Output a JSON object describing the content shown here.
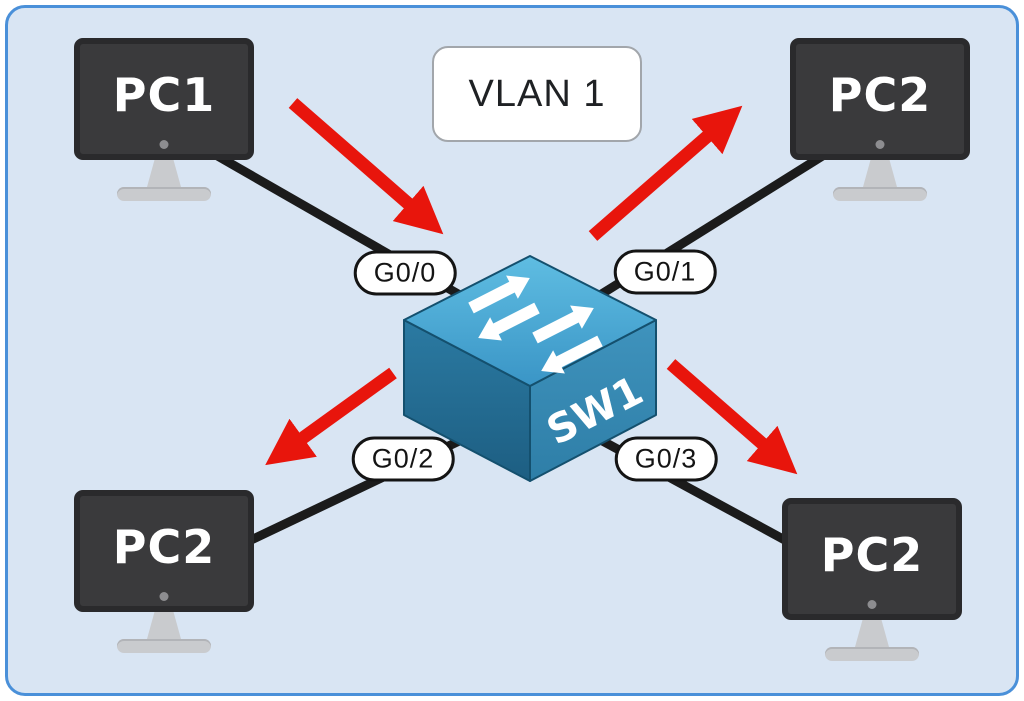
{
  "vlan": {
    "label": "VLAN 1"
  },
  "switch": {
    "label": "SW1"
  },
  "pcs": [
    {
      "id": "pc-top-left",
      "label": "PC1"
    },
    {
      "id": "pc-top-right",
      "label": "PC2"
    },
    {
      "id": "pc-bottom-left",
      "label": "PC2"
    },
    {
      "id": "pc-bottom-right",
      "label": "PC2"
    }
  ],
  "ports": [
    {
      "id": "port-top-left",
      "label": "G0/0"
    },
    {
      "id": "port-top-right",
      "label": "G0/1"
    },
    {
      "id": "port-bottom-left",
      "label": "G0/2"
    },
    {
      "id": "port-bottom-right",
      "label": "G0/3"
    }
  ],
  "colors": {
    "background": "#d9e5f3",
    "frame_border": "#4a90d9",
    "link_line": "#1b1b1b",
    "broadcast_arrow": "#e8150c",
    "switch_top": "#45a3d2",
    "switch_left": "#226688",
    "switch_right": "#3587b0",
    "monitor_screen": "#3a3a3c",
    "monitor_stand": "#c9cbce"
  }
}
